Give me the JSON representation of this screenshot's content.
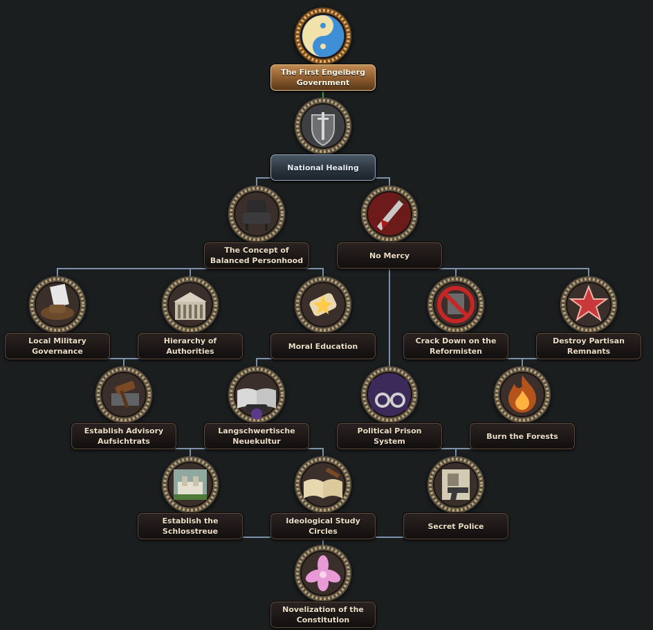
{
  "screen": "National Focus Tree",
  "colors": {
    "background": "#1b1e1f",
    "connector": "#7d93ab",
    "completed_connector": "#35b14a",
    "label_text": "#ecdfc6"
  },
  "focuses": [
    {
      "id": "first_engelberg",
      "name": "The First Engelberg Government",
      "state": "completed",
      "icon": "yin-yang-emblem-icon"
    },
    {
      "id": "national_healing",
      "name": "National Healing",
      "state": "available",
      "icon": "shield-sword-icon"
    },
    {
      "id": "balanced_personhood",
      "name": "The Concept of Balanced Personhood",
      "state": "locked",
      "icon": "armchair-icon"
    },
    {
      "id": "no_mercy",
      "name": "No Mercy",
      "state": "locked",
      "icon": "bloody-knife-icon"
    },
    {
      "id": "local_military",
      "name": "Local Military Governance",
      "state": "locked",
      "icon": "military-decree-icon"
    },
    {
      "id": "hierarchy",
      "name": "Hierarchy of Authorities",
      "state": "locked",
      "icon": "government-building-icon"
    },
    {
      "id": "moral_education",
      "name": "Moral Education",
      "state": "locked",
      "icon": "scroll-icon"
    },
    {
      "id": "crack_down",
      "name": "Crack Down on the Reformisten",
      "state": "locked",
      "icon": "prohibited-icon"
    },
    {
      "id": "destroy_partisan",
      "name": "Destroy Partisan Remnants",
      "state": "locked",
      "icon": "red-star-icon"
    },
    {
      "id": "advisory",
      "name": "Establish Advisory Aufsichtrats",
      "state": "locked",
      "icon": "gavel-icon"
    },
    {
      "id": "neuekultur",
      "name": "Langschwertische Neuekultur",
      "state": "locked",
      "icon": "open-book-icon"
    },
    {
      "id": "prison",
      "name": "Political Prison System",
      "state": "locked",
      "icon": "handcuffs-icon"
    },
    {
      "id": "burn_forests",
      "name": "Burn the Forests",
      "state": "locked",
      "icon": "fire-icon"
    },
    {
      "id": "schlosstreue",
      "name": "Establish the Schlosstreue",
      "state": "locked",
      "icon": "castle-icon"
    },
    {
      "id": "study_circles",
      "name": "Ideological Study Circles",
      "state": "locked",
      "icon": "books-icon"
    },
    {
      "id": "secret_police",
      "name": "Secret Police",
      "state": "locked",
      "icon": "pistol-icon"
    },
    {
      "id": "novelization",
      "name": "Novelization of the Constitution",
      "state": "locked",
      "icon": "pink-flower-icon"
    }
  ],
  "prerequisites": [
    [
      "first_engelberg",
      "national_healing"
    ],
    [
      "national_healing",
      "balanced_personhood"
    ],
    [
      "national_healing",
      "no_mercy"
    ],
    [
      "balanced_personhood",
      "local_military"
    ],
    [
      "balanced_personhood",
      "hierarchy"
    ],
    [
      "balanced_personhood",
      "moral_education"
    ],
    [
      "no_mercy",
      "crack_down"
    ],
    [
      "no_mercy",
      "destroy_partisan"
    ],
    [
      "no_mercy",
      "prison"
    ],
    [
      "local_military",
      "advisory"
    ],
    [
      "hierarchy",
      "advisory"
    ],
    [
      "moral_education",
      "neuekultur"
    ],
    [
      "crack_down",
      "burn_forests"
    ],
    [
      "destroy_partisan",
      "burn_forests"
    ],
    [
      "advisory",
      "schlosstreue"
    ],
    [
      "advisory",
      "study_circles"
    ],
    [
      "neuekultur",
      "schlosstreue"
    ],
    [
      "neuekultur",
      "study_circles"
    ],
    [
      "prison",
      "secret_police"
    ],
    [
      "burn_forests",
      "secret_police"
    ],
    [
      "schlosstreue",
      "novelization"
    ],
    [
      "study_circles",
      "novelization"
    ],
    [
      "secret_police",
      "novelization"
    ]
  ]
}
